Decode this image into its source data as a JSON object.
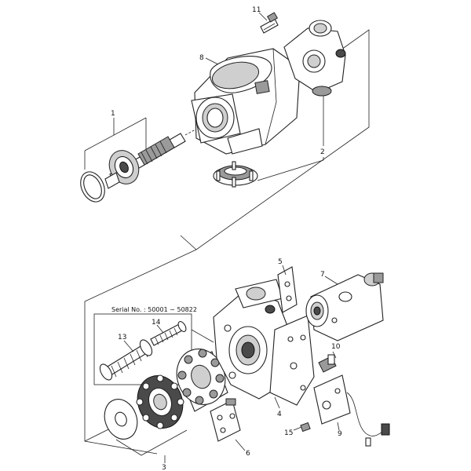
{
  "callouts": {
    "c1": "1",
    "c2": "2",
    "c3": "3",
    "c4": "4",
    "c5": "5",
    "c6": "6",
    "c7": "7",
    "c8": "8",
    "c9": "9",
    "c10": "10",
    "c11": "11",
    "c13": "13",
    "c14": "14",
    "c15": "15"
  },
  "serial_note": "Serial No. : 50001 ~ 50822"
}
